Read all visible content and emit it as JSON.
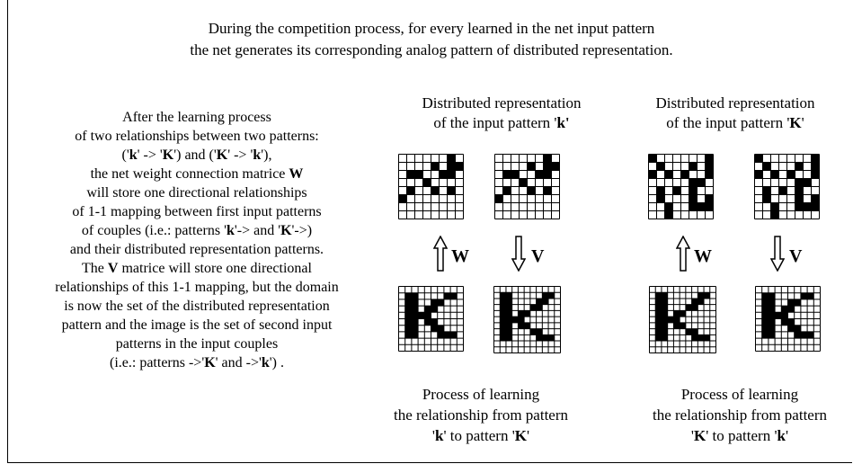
{
  "intro": {
    "line1": "During the competition process, for every learned in the net input pattern",
    "line2": "the net generates its corresponding analog pattern of distributed representation."
  },
  "explanation": [
    [
      {
        "t": "After the learning process"
      }
    ],
    [
      {
        "t": "of two relationships between two patterns:"
      }
    ],
    [
      {
        "t": "('"
      },
      {
        "t": "k",
        "b": true
      },
      {
        "t": "' -> '"
      },
      {
        "t": "K",
        "b": true
      },
      {
        "t": "') and ('"
      },
      {
        "t": "K",
        "b": true
      },
      {
        "t": "' -> '"
      },
      {
        "t": "k",
        "b": true
      },
      {
        "t": "'),"
      }
    ],
    [
      {
        "t": "the net weight connection matrice "
      },
      {
        "t": "W",
        "b": true
      }
    ],
    [
      {
        "t": "will store one directional relationships"
      }
    ],
    [
      {
        "t": "of 1-1 mapping between first input patterns"
      }
    ],
    [
      {
        "t": "of couples (i.e.: patterns '"
      },
      {
        "t": "k",
        "b": true
      },
      {
        "t": "'-> and '"
      },
      {
        "t": "K",
        "b": true
      },
      {
        "t": "'->)"
      }
    ],
    [
      {
        "t": "and their distributed representation patterns."
      }
    ],
    [
      {
        "t": "The "
      },
      {
        "t": "V",
        "b": true
      },
      {
        "t": " matrice will store one directional"
      }
    ],
    [
      {
        "t": "relationships of this 1-1 mapping, but the domain"
      }
    ],
    [
      {
        "t": "is now the set of the distributed representation"
      }
    ],
    [
      {
        "t": "pattern and the image is the set of second input"
      }
    ],
    [
      {
        "t": "patterns in the input couples"
      }
    ],
    [
      {
        "t": "(i.e.: patterns ->'"
      },
      {
        "t": "K",
        "b": true
      },
      {
        "t": "' and ->'"
      },
      {
        "t": "k",
        "b": true
      },
      {
        "t": "') ."
      }
    ]
  ],
  "panels": [
    {
      "heading": {
        "line1": "Distributed representation",
        "line2": [
          {
            "t": "of the input pattern '"
          },
          {
            "t": "k'",
            "b": true
          }
        ]
      },
      "w_label": "W",
      "v_label": "V",
      "caption": {
        "line1": "Process of learning",
        "line2": "the relationship from pattern",
        "line3": [
          {
            "t": "'"
          },
          {
            "t": "k",
            "b": true
          },
          {
            "t": "' to pattern '"
          },
          {
            "t": "K",
            "b": true
          },
          {
            "t": "'"
          }
        ]
      },
      "distributed_grid": [
        "......#.",
        "....#.##",
        ".##..##.",
        "...#....",
        ".#..#.#.",
        "#.......",
        "........",
        "........"
      ],
      "output_grid": [
        "..........",
        ".##....##.",
        ".##..##...",
        ".##.##....",
        ".####.....",
        ".##.##....",
        ".##..##...",
        ".##...###.",
        "..........",
        ".........."
      ],
      "input_grid": [
        "..........",
        ".##.....##",
        ".##....##.",
        ".##...##..",
        ".##.##....",
        ".####.....",
        ".##.##....",
        ".##...##..",
        ".##....###",
        "..........",
        ".........."
      ]
    },
    {
      "heading": {
        "line1": "Distributed representation",
        "line2": [
          {
            "t": "of the input pattern '"
          },
          {
            "t": "K",
            "b": true
          },
          {
            "t": "'"
          }
        ]
      },
      "w_label": "W",
      "v_label": "V",
      "caption": {
        "line1": "Process of learning",
        "line2": "the relationship from pattern",
        "line3": [
          {
            "t": "'"
          },
          {
            "t": "K",
            "b": true
          },
          {
            "t": "' to pattern '"
          },
          {
            "t": "k",
            "b": true
          },
          {
            "t": "'"
          }
        ]
      },
      "distributed_grid": [
        "#......#",
        ".#...#.#",
        "#.#.#..#",
        ".....##.",
        ".#.#.#..",
        ".#...#.#",
        "..#..###",
        "..#....."
      ],
      "input_grid": [
        "..........",
        ".##.....##",
        ".##....##.",
        ".##...##..",
        ".##.##....",
        ".####.....",
        ".##.##....",
        ".##...##..",
        ".##....###",
        "..........",
        ".........."
      ],
      "output_grid": [
        "..........",
        ".##....##.",
        ".##..##...",
        ".##.##....",
        ".####.....",
        ".##.##....",
        ".##..##...",
        ".##...###.",
        "..........",
        ".........."
      ]
    }
  ]
}
